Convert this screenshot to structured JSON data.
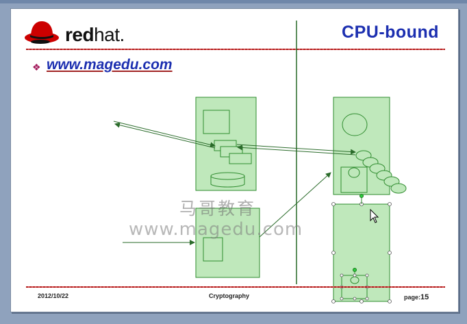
{
  "slide": {
    "brand": {
      "prefix": "red",
      "suffix": "hat."
    },
    "title": "CPU-bound",
    "bullet_link": "www.magedu.com",
    "watermark": {
      "chinese": "马哥教育",
      "url": "www.magedu.com"
    },
    "footer": {
      "date": "2012/10/22",
      "title": "Cryptography",
      "page_label": "page:",
      "page_number": "15"
    }
  },
  "colors": {
    "title_blue": "#1c2fb0",
    "rule_red": "#b11616",
    "box_fill": "#bfe8bb",
    "box_stroke": "#2e8b2e",
    "arrow": "#2a6b2a"
  },
  "icons": [
    "redhat-logo-icon",
    "diamond-bullet-icon",
    "move-cursor-icon"
  ]
}
